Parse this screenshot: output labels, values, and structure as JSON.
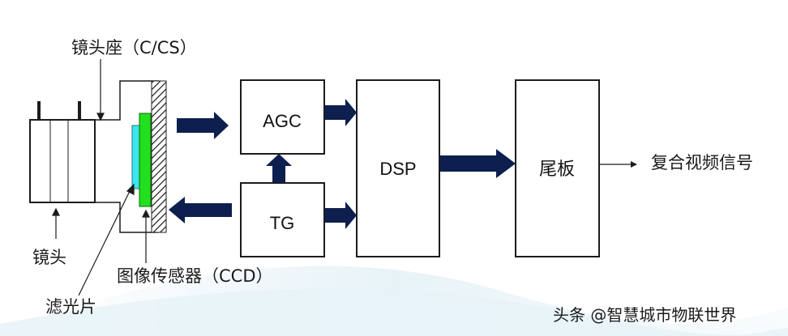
{
  "labels": {
    "lens_mount": "镜头座（C/CS）",
    "lens": "镜头",
    "filter": "滤光片",
    "sensor": "图像传感器（CCD）",
    "output": "复合视频信号"
  },
  "blocks": {
    "agc": "AGC",
    "tg": "TG",
    "dsp": "DSP",
    "tail": "尾板"
  },
  "watermark": "头条 @智慧城市物联世界",
  "colors": {
    "arrow": "#0d1f4f",
    "sensor": "#22e01e",
    "filter": "#3ee6f0",
    "box_stroke": "#1c1c1c",
    "watermark_wave": "#d6eaf3"
  }
}
